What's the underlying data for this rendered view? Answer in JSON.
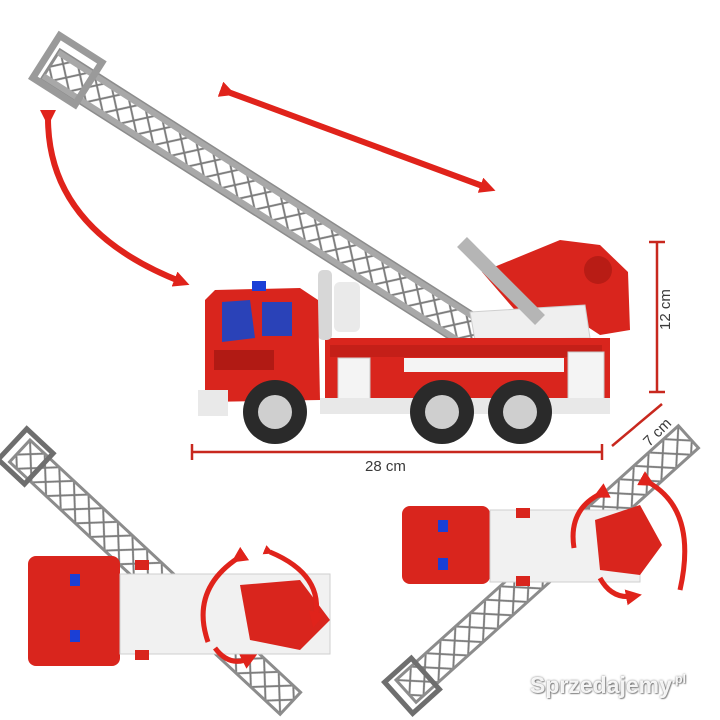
{
  "dimensions": {
    "length": "28 cm",
    "height": "12 cm",
    "width": "7 cm"
  },
  "watermark": {
    "brand": "Sprzedajemy",
    "tld": ".pl"
  },
  "colors": {
    "truck_red": "#d9251d",
    "ladder_grey": "#9a9a9a",
    "arrow_red": "#e0231b",
    "dimension_red": "#c8281e"
  }
}
